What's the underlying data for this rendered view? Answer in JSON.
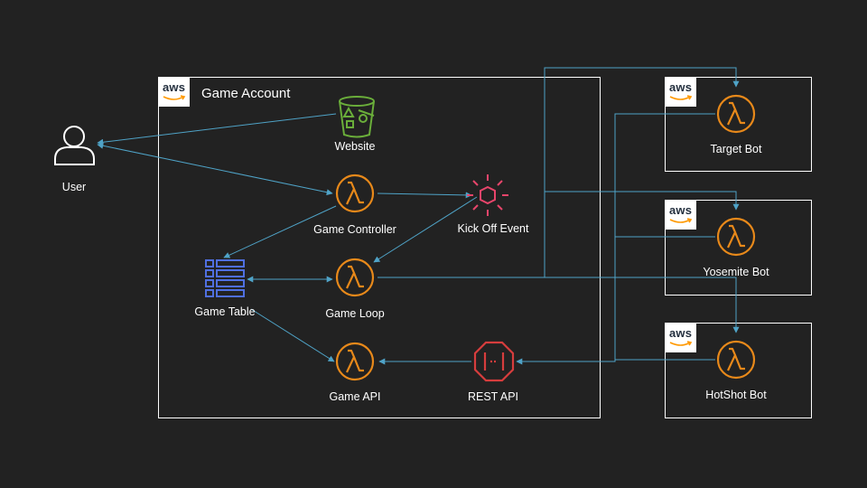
{
  "accounts": {
    "game": {
      "title": "Game Account",
      "logo": "aws"
    },
    "target": {
      "logo": "aws"
    },
    "yosemite": {
      "logo": "aws"
    },
    "hotshot": {
      "logo": "aws"
    }
  },
  "nodes": {
    "user": "User",
    "website": "Website",
    "game_controller": "Game Controller",
    "kick_off_event": "Kick Off Event",
    "game_table": "Game Table",
    "game_loop": "Game Loop",
    "game_api": "Game API",
    "rest_api": "REST API",
    "target_bot": "Target Bot",
    "yosemite_bot": "Yosemite Bot",
    "hotshot_bot": "HotShot Bot"
  },
  "icons": {
    "user": "user-icon",
    "website": "s3-bucket-icon",
    "lambda": "lambda-icon",
    "event": "eventbridge-icon",
    "table": "dynamodb-table-icon",
    "api": "api-gateway-icon"
  },
  "colors": {
    "background": "#222222",
    "connector": "#4fa3c7",
    "lambda": "#e8891a",
    "s3": "#6aae3a",
    "event": "#e8456b",
    "table": "#4f6fe0",
    "api": "#d63d3d",
    "border": "#ffffff"
  }
}
